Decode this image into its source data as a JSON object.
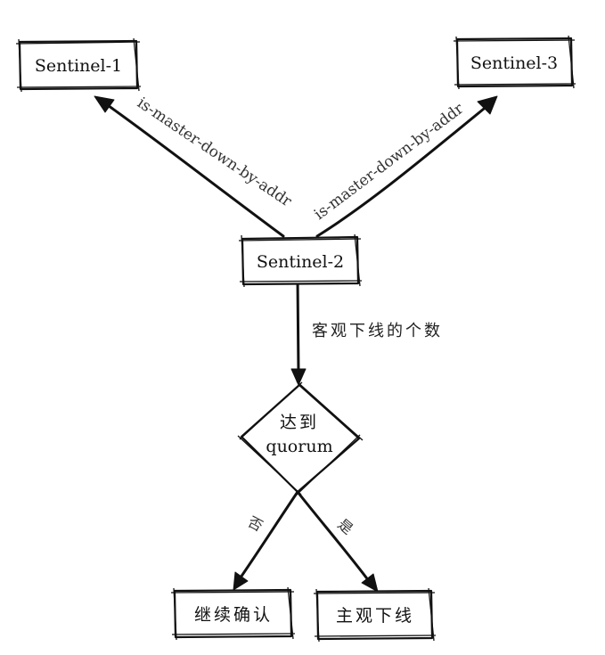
{
  "nodes": {
    "sentinel_1": "Sentinel-1",
    "sentinel_2": "Sentinel-2",
    "sentinel_3": "Sentinel-3",
    "decision_line1": "达到",
    "decision_line2": "quorum",
    "continue_confirm": "继续确认",
    "subjective_down": "主观下线"
  },
  "edges": {
    "to_sentinel_1": "is-master-down-by-addr",
    "to_sentinel_3": "is-master-down-by-addr",
    "to_decision": "客观下线的个数",
    "branch_no": "否",
    "branch_yes": "是"
  }
}
